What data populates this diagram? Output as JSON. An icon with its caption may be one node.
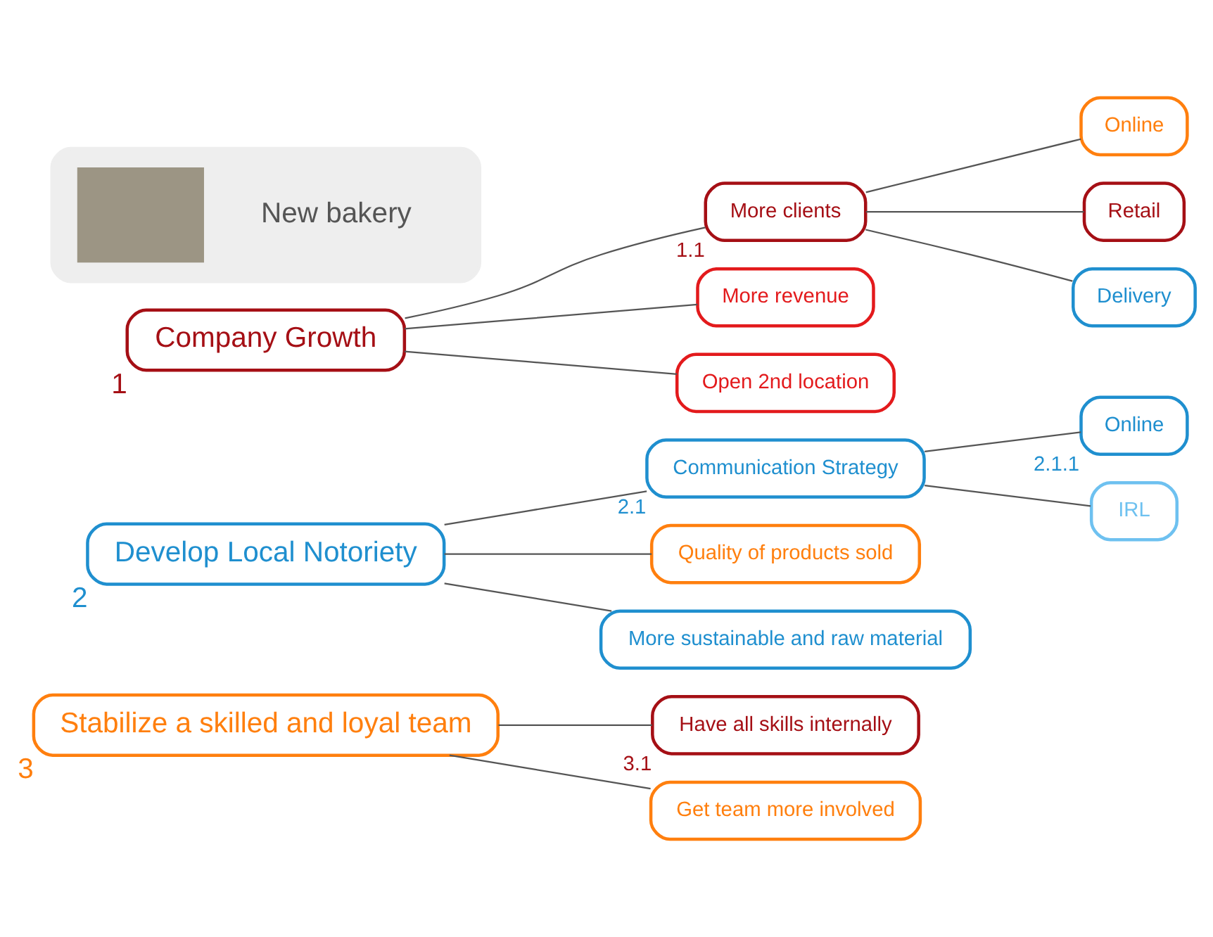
{
  "diagram": {
    "nodes": [
      {
        "text": [
          "New bakery"
        ]
      },
      {
        "text": [
          "Company Growth"
        ],
        "beside": [
          "1"
        ]
      },
      {
        "text": [
          "More clients"
        ],
        "beside": [
          "1.1"
        ]
      },
      {
        "text": [
          "Online"
        ]
      },
      {
        "text": [
          "Retail"
        ]
      },
      {
        "text": [
          "Delivery"
        ]
      },
      {
        "text": [
          "More revenue"
        ]
      },
      {
        "text": [
          "Open 2nd location"
        ]
      },
      {
        "text": [
          "Develop Local Notoriety"
        ],
        "beside": [
          "2"
        ]
      },
      {
        "text": [
          "Communication Strategy"
        ],
        "beside": [
          "2.1"
        ]
      },
      {
        "text": [
          "Online"
        ],
        "beside": [
          "2.1.1"
        ]
      },
      {
        "text": [
          "IRL"
        ]
      },
      {
        "text": [
          "Quality of products sold"
        ]
      },
      {
        "text": [
          "More sustainable and raw material"
        ]
      },
      {
        "text": [
          "Stabilize a skilled and loyal team"
        ],
        "beside": [
          "3"
        ]
      },
      {
        "text": [
          "Have all skills internally"
        ],
        "beside": [
          "3.1"
        ]
      },
      {
        "text": [
          "Get team more involved"
        ]
      }
    ],
    "edges": [
      {
        "from": 1,
        "to": 2,
        "arrow": "none"
      },
      {
        "from": 1,
        "to": 6,
        "arrow": "none"
      },
      {
        "from": 1,
        "to": 7,
        "arrow": "none"
      },
      {
        "from": 2,
        "to": 3,
        "arrow": "none"
      },
      {
        "from": 2,
        "to": 4,
        "arrow": "none"
      },
      {
        "from": 2,
        "to": 5,
        "arrow": "none"
      },
      {
        "from": 8,
        "to": 9,
        "arrow": "none"
      },
      {
        "from": 8,
        "to": 12,
        "arrow": "none"
      },
      {
        "from": 8,
        "to": 13,
        "arrow": "none"
      },
      {
        "from": 9,
        "to": 10,
        "arrow": "none"
      },
      {
        "from": 9,
        "to": 11,
        "arrow": "none"
      },
      {
        "from": 14,
        "to": 15,
        "arrow": "none"
      },
      {
        "from": 14,
        "to": 16,
        "arrow": "none"
      }
    ]
  }
}
